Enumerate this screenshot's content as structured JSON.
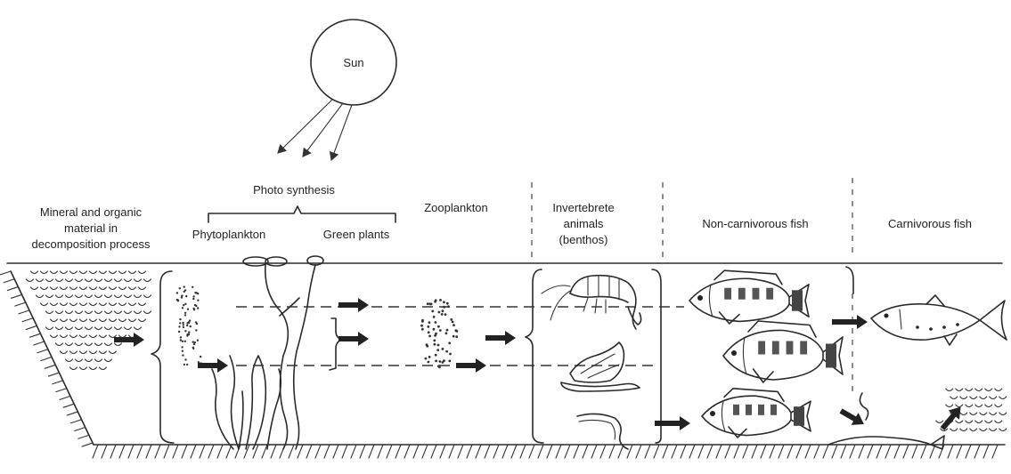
{
  "labels": {
    "sun": "Sun",
    "photosynthesis": "Photo synthesis",
    "mineral_line1": "Mineral and organic",
    "mineral_line2": "material in",
    "mineral_line3": "decomposition process",
    "phytoplankton": "Phytoplankton",
    "green_plants": "Green plants",
    "zooplankton": "Zooplankton",
    "invertebrate_line1": "Invertebrete",
    "invertebrate_line2": "animals",
    "invertebrate_line3": "(benthos)",
    "non_carnivorous": "Non-carnivorous fish",
    "carnivorous": "Carnivorous fish"
  }
}
